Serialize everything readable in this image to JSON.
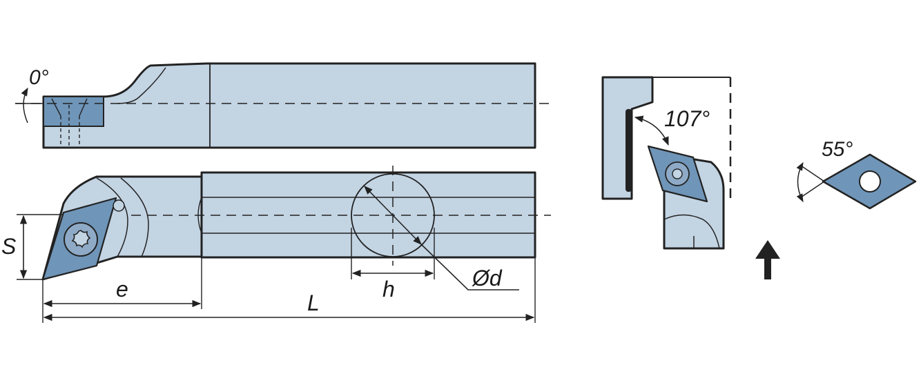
{
  "labels": {
    "angle_top": "0°",
    "angle_top_view": "107°",
    "angle_insert": "55°",
    "s": "S",
    "e": "e",
    "l": "L",
    "h": "h",
    "d": "Ød"
  },
  "colors": {
    "body": "#c3d4e3",
    "insert": "#6f95b8",
    "insert_dark": "#5a7fa3",
    "line": "#222222",
    "background": "#ffffff"
  },
  "icons": {
    "feed_direction": "arrow-up-icon",
    "screw": "torx-screw-icon"
  }
}
